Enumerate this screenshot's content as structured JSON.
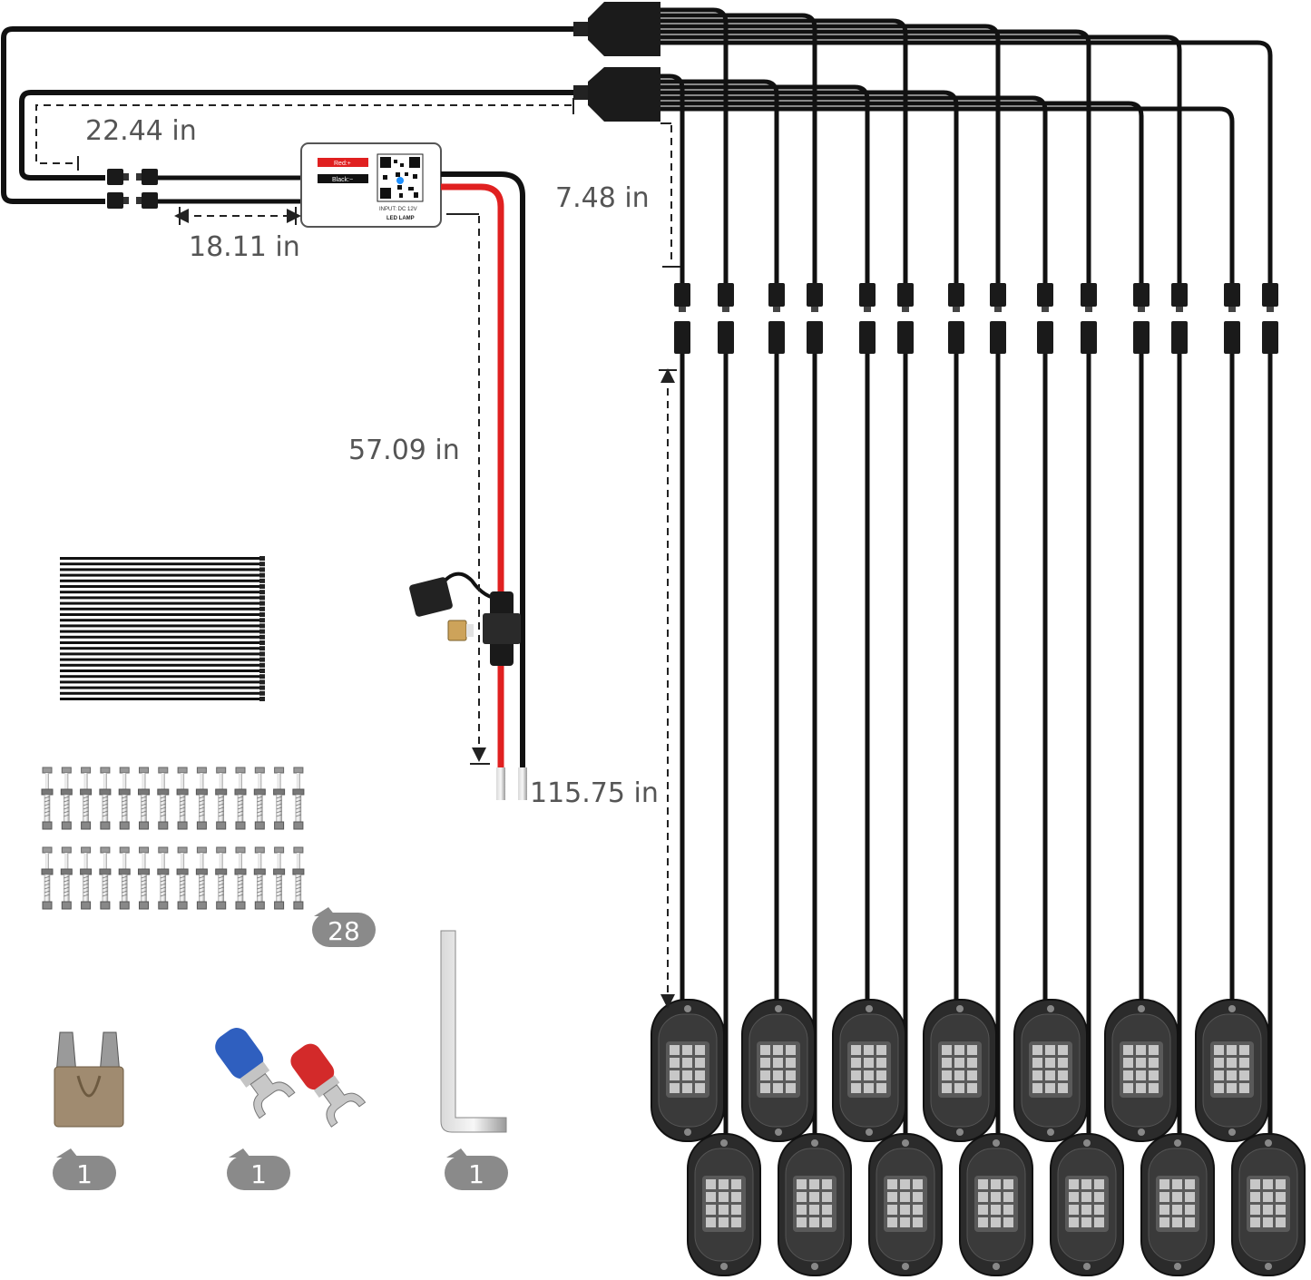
{
  "dimensions": {
    "hub_to_module": "22.44 in",
    "module_connector": "18.11 in",
    "power_lead": "57.09 in",
    "branch_lead": "7.48 in",
    "pod_lead": "115.75 in"
  },
  "controller": {
    "red_label": "Red:+",
    "black_label": "Black:−",
    "input_label": "INPUT: DC 12V",
    "product_label": "LED LAMP"
  },
  "quantities": {
    "screws": "28",
    "fuse": "1",
    "spade_terminals": "1",
    "hex_key": "1"
  },
  "colors": {
    "wire": "#111111",
    "power_positive": "#e02020",
    "dimension_line": "#222222",
    "badge": "#8a8a8a",
    "pod_body": "#2b2b2b",
    "led_matrix": "#c7c7c7"
  },
  "pod_count": 14
}
